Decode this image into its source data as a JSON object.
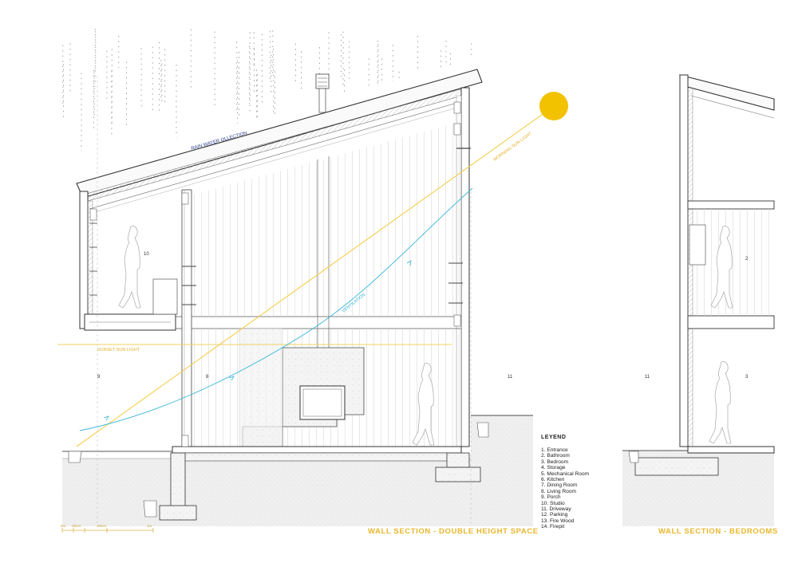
{
  "annotations": {
    "rain": "RAIN WATER OLLECTION",
    "morning_sun": "MORNING SUN LIGHT",
    "ventilation": "VENTILATION",
    "sunset_sun": "SUNSET SUN LIGHT"
  },
  "room_numbers": {
    "left_studio": "10",
    "left_porch": "9",
    "left_living": "8",
    "left_driveway": "11",
    "right_driveway": "11",
    "right_bedroom_upper": "2",
    "right_bedroom_lower": "3"
  },
  "legend": {
    "title": "LEYEND",
    "items": [
      "1. Entrance",
      "2. Bathroom",
      "3. Bedroom",
      "4. Storage",
      "5. Mechanical Room",
      "6. Kitchen",
      "7. Dining Room",
      "8. Living Room",
      "9. Porch",
      "10. Studio",
      "11. Driveway",
      "12. Parking",
      "13. Fire Wood",
      "14. Firepit"
    ]
  },
  "captions": {
    "left": "WALL SECTION - DOUBLE HEIGHT SPACE",
    "right": "WALL SECTION - BEDROOMS"
  },
  "scale_bar": {
    "labels": [
      "0m",
      "25cm",
      "50cm",
      "1m"
    ]
  },
  "colors": {
    "sun": "#f2c200",
    "sun_line": "#f3cf4a",
    "sunset_line": "#f0d060",
    "ventilation": "#36b5d8",
    "rain_text": "#2b3f8f",
    "caption": "#e8b72d",
    "line": "#3a3a3a",
    "ground": "#ececec"
  }
}
